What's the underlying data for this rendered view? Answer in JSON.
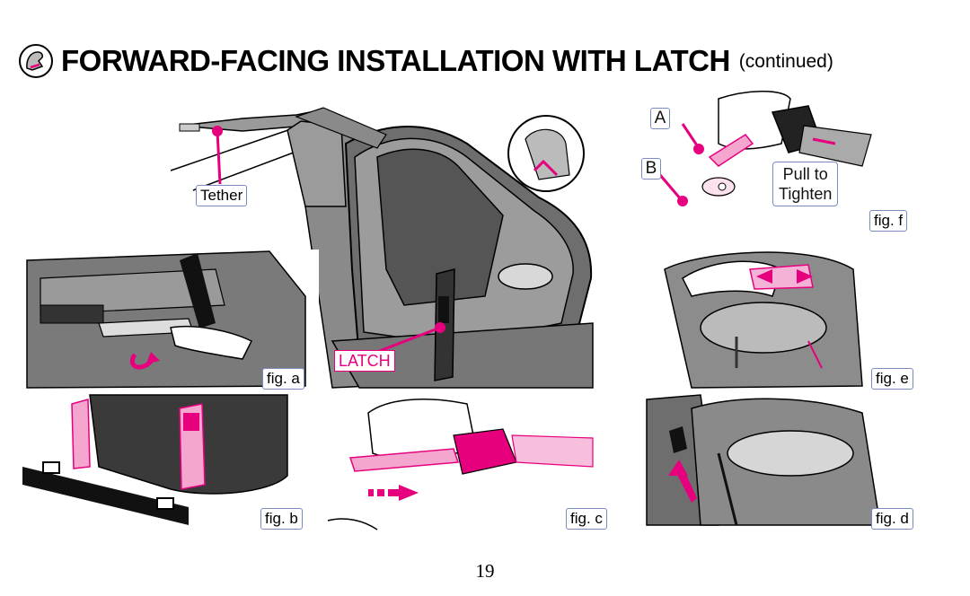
{
  "header": {
    "title": "FORWARD-FACING INSTALLATION WITH LATCH",
    "subtitle": "(continued)",
    "icon": "car-seat-icon"
  },
  "labels": {
    "tether": "Tether",
    "latch": "LATCH",
    "letter_a": "A",
    "letter_b": "B",
    "pull_line1": "Pull to",
    "pull_line2": "Tighten"
  },
  "figures": {
    "a": "fig. a",
    "b": "fig. b",
    "c": "fig. c",
    "d": "fig. d",
    "e": "fig. e",
    "f": "fig. f"
  },
  "page_number": "19",
  "colors": {
    "accent": "#e6007e",
    "ink": "#1a1a1a",
    "seat_gray": "#7d7d7d",
    "label_border": "#7a8bbf"
  }
}
